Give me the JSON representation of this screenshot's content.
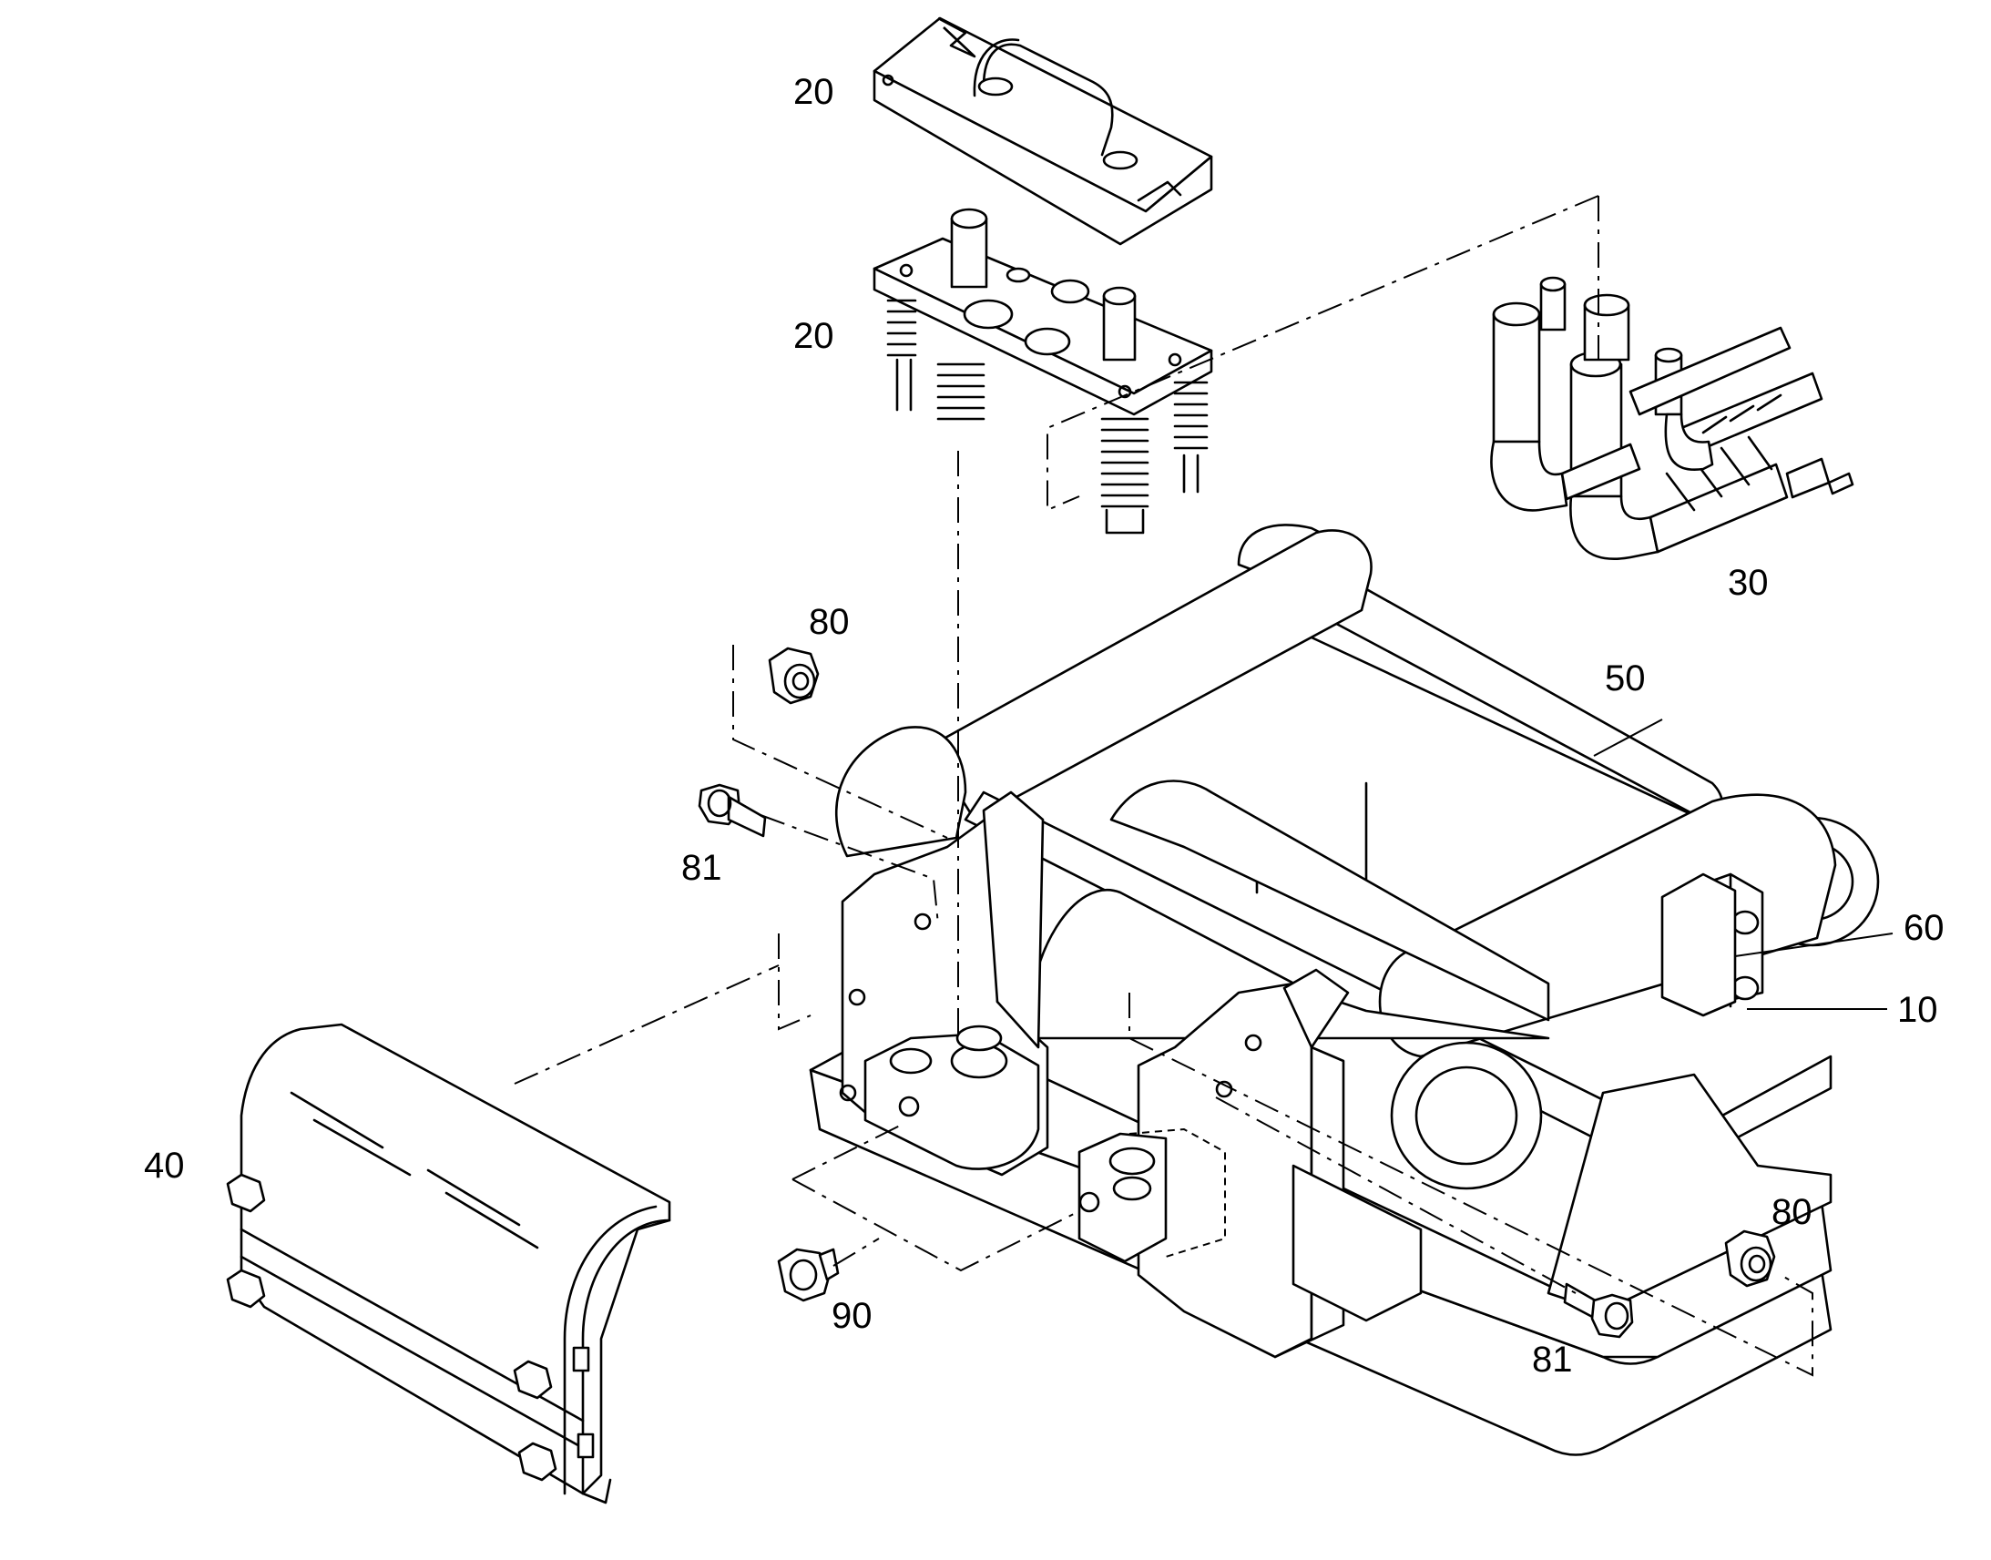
{
  "diagram": {
    "callouts": [
      {
        "id": "c20a",
        "text": "20"
      },
      {
        "id": "c20b",
        "text": "20"
      },
      {
        "id": "c30",
        "text": "30"
      },
      {
        "id": "c80a",
        "text": "80"
      },
      {
        "id": "c50",
        "text": "50"
      },
      {
        "id": "c81a",
        "text": "81"
      },
      {
        "id": "c60",
        "text": "60"
      },
      {
        "id": "c10",
        "text": "10"
      },
      {
        "id": "c40",
        "text": "40"
      },
      {
        "id": "c80b",
        "text": "80"
      },
      {
        "id": "c90",
        "text": "90"
      },
      {
        "id": "c81b",
        "text": "81"
      }
    ]
  }
}
